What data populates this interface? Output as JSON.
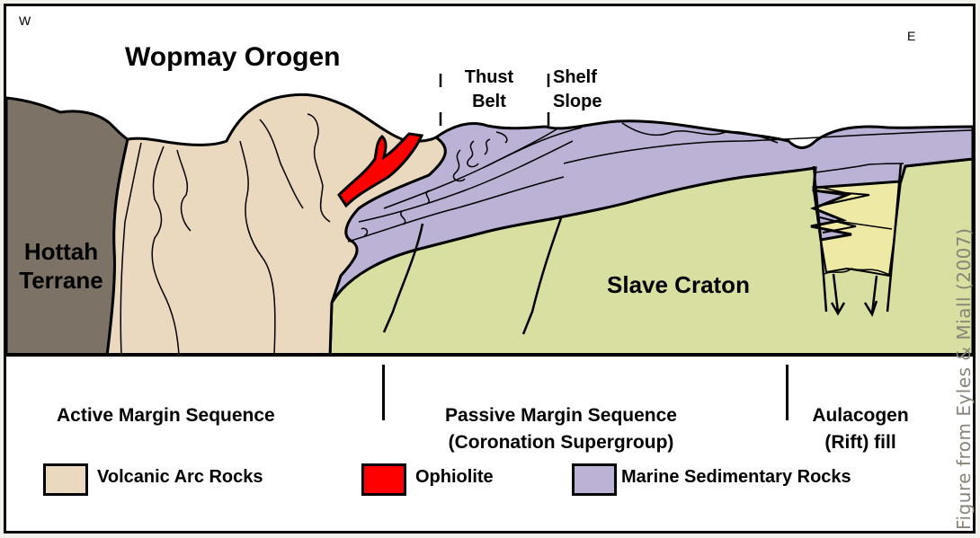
{
  "diagram": {
    "title": "Wopmay Orogen",
    "direction_west": "W",
    "direction_east": "E",
    "zones": {
      "thrust_belt_line1": "Thust",
      "thrust_belt_line2": "Belt",
      "shelf_slope_line1": "Shelf",
      "shelf_slope_line2": "Slope"
    },
    "units": {
      "hottah_line1": "Hottah",
      "hottah_line2": "Terrane",
      "slave_craton": "Slave Craton"
    },
    "colors": {
      "hottah_terrane": "#7d7266",
      "volcanic_arc": "#ead9bf",
      "ophiolite": "#ff0000",
      "marine_sedimentary": "#bbb2d6",
      "slave_craton": "#d9dfa0",
      "rift_fill": "#eeeaa5",
      "outline": "#000000"
    }
  },
  "sequences": {
    "active_margin": "Active Margin Sequence",
    "passive_margin_line1": "Passive Margin Sequence",
    "passive_margin_line2": "(Coronation Supergroup)",
    "aulacogen_line1": "Aulacogen",
    "aulacogen_line2": "(Rift) fill"
  },
  "legend": [
    {
      "label": "Volcanic Arc Rocks",
      "color": "#ead9bf"
    },
    {
      "label": "Ophiolite",
      "color": "#ff0000"
    },
    {
      "label": "Marine Sedimentary Rocks",
      "color": "#bbb2d6"
    }
  ],
  "credit": "Figure from Eyles & Miall (2007)"
}
